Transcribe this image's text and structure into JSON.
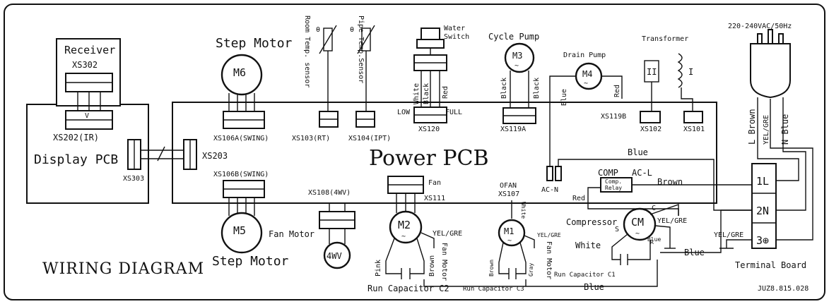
{
  "labels": {
    "receiver": "Receiver",
    "xs302": "XS302",
    "xs202": "XS202(IR)",
    "display_pcb": "Display PCB",
    "xs303": "XS303",
    "xs203": "XS203",
    "power_pcb": "Power PCB",
    "step_motor_top": "Step Motor",
    "m6": "M6",
    "xs106a": "XS106A(SWING)",
    "xs106b": "XS106B(SWING)",
    "m5": "M5",
    "fan_motor_left": "Fan Motor",
    "step_motor_bottom": "Step Motor",
    "room_temp_sensor": "Room Temp. sensor",
    "xs103": "XS103(RT)",
    "pipe_temp_sensor": "Pipe Temp.Sensor",
    "xs104": "XS104(IPT)",
    "water_switch": "Water\nSwitch",
    "white": "White",
    "black": "Black",
    "red": "Red",
    "low": "LOW",
    "full": "FULL",
    "xs120": "XS120",
    "cycle_pump": "Cycle Pump",
    "m3": "M3",
    "black_left": "Black",
    "black_right": "Black",
    "xs119a": "XS119A",
    "drain_pump": "Drain Pump",
    "m4": "M4",
    "blue_drain": "Blue",
    "red_drain": "Red",
    "xs119b": "XS119B",
    "transformer": "Transformer",
    "tr_ii": "II",
    "tr_i": "I",
    "xs102": "XS102",
    "xs101": "XS101",
    "supply": "220-240VAC/50Hz",
    "plug_l_brown": "L Brown",
    "plug_yel_gre": "YEL/GRE",
    "plug_n_blue": "N Blue",
    "blue_top": "Blue",
    "comp": "COMP",
    "ac_l": "AC-L",
    "comp_relay": "Comp.\nRelay",
    "brown": "Brown",
    "ac_n": "AC-N",
    "red_mid": "Red",
    "tb_1l": "1L",
    "tb_2n": "2N",
    "tb_3": "3⊕",
    "terminal_board": "Terminal Board",
    "yel_gre_tb": "YEL/GRE",
    "xs108": "XS108(4WV)",
    "fourwv": "4WV",
    "fan": "Fan",
    "xs111": "XS111",
    "m2": "M2",
    "yel_gre_m2": "YEL/GRE",
    "fan_motor_m2": "Fan Motor",
    "pink": "Pink",
    "brown_m2": "Brown",
    "run_cap_c2": "Run Capacitor C2",
    "ofan": "OFAN",
    "xs107": "XS107",
    "white_m1": "White",
    "m1": "M1",
    "yel_gre_m1": "YEL/GRE",
    "fan_motor_m1": "Fan Motor",
    "brown_m1": "Brown",
    "gray_m1": "Gray",
    "run_cap_c3": "Run Capacitor C3",
    "compressor": "Compressor",
    "cm": "CM",
    "c_term": "C",
    "s_term": "S",
    "r_term": "R",
    "yel_gre_cm": "YEL/GRE",
    "blue_cm": "Blue",
    "white_cm": "White",
    "blue_cm2": "Blue",
    "run_cap_c1": "Run Capacitor C1",
    "blue_bottom": "Blue",
    "wiring_diagram": "WIRING DIAGRAM",
    "code": "JUZ8.815.028"
  }
}
